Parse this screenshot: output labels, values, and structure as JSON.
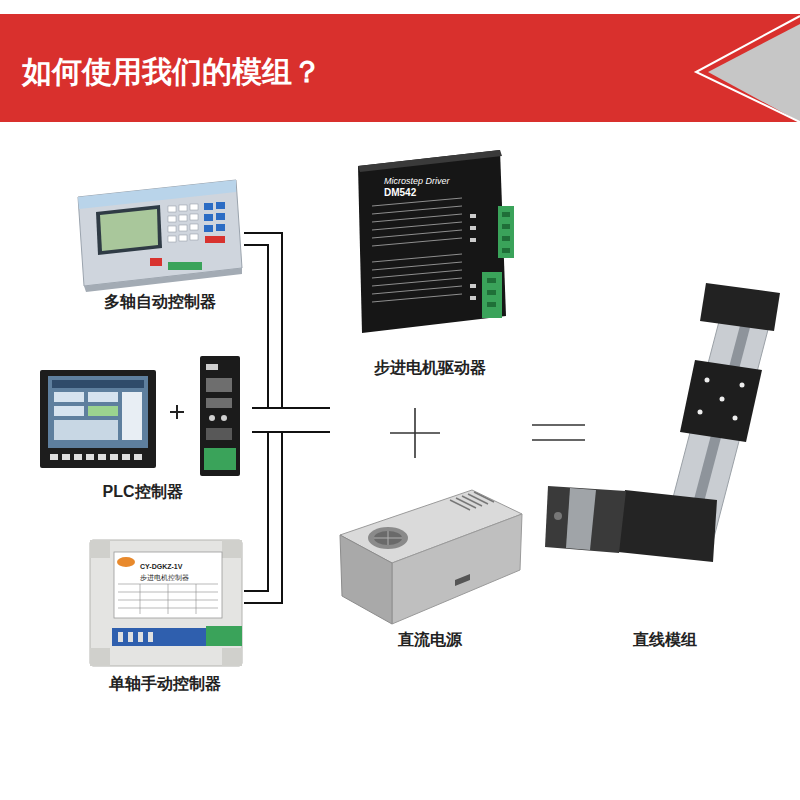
{
  "diagram": {
    "title": "如何使用我们的模组？",
    "nodes": [
      {
        "text": [
          "多轴自动控制器"
        ]
      },
      {
        "text": [
          "PLC控制器"
        ]
      },
      {
        "text": [
          "单轴手动控制器"
        ]
      },
      {
        "text": [
          "步进电机驱动器"
        ]
      },
      {
        "text": [
          "直流电源"
        ]
      },
      {
        "text": [
          "直线模组"
        ]
      }
    ],
    "labels": [
      "Microstep Driver",
      "DM542",
      "CY-DGKZ-1V",
      "步进电机控制器"
    ]
  }
}
